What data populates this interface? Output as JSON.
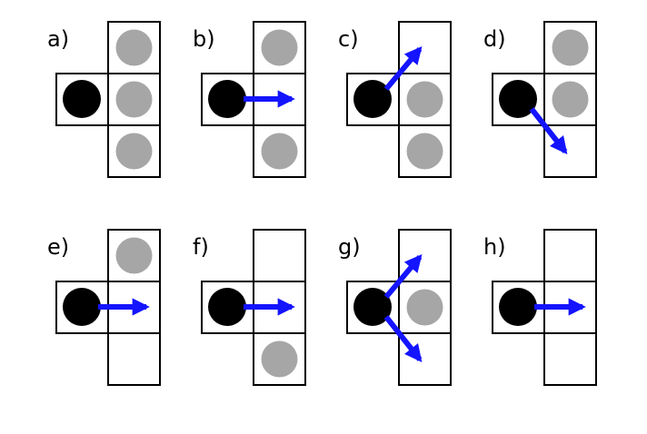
{
  "colors": {
    "background": "#ffffff",
    "cell_stroke": "#000000",
    "agent": "#000000",
    "occupied": "#a6a6a6",
    "arrow": "#1414ff"
  },
  "panels": [
    {
      "label": "a)",
      "top": "occupied",
      "middle": "occupied",
      "bottom": "occupied",
      "arrows": []
    },
    {
      "label": "b)",
      "top": "occupied",
      "middle": "empty",
      "bottom": "occupied",
      "arrows": [
        "right"
      ]
    },
    {
      "label": "c)",
      "top": "empty",
      "middle": "occupied",
      "bottom": "occupied",
      "arrows": [
        "up-right"
      ]
    },
    {
      "label": "d)",
      "top": "occupied",
      "middle": "occupied",
      "bottom": "empty",
      "arrows": [
        "down-right"
      ]
    },
    {
      "label": "e)",
      "top": "occupied",
      "middle": "empty",
      "bottom": "empty",
      "arrows": [
        "right"
      ]
    },
    {
      "label": "f)",
      "top": "empty",
      "middle": "empty",
      "bottom": "occupied",
      "arrows": [
        "right"
      ]
    },
    {
      "label": "g)",
      "top": "empty",
      "middle": "occupied",
      "bottom": "empty",
      "arrows": [
        "up-right",
        "down-right"
      ]
    },
    {
      "label": "h)",
      "top": "empty",
      "middle": "empty",
      "bottom": "empty",
      "arrows": [
        "right"
      ]
    }
  ]
}
